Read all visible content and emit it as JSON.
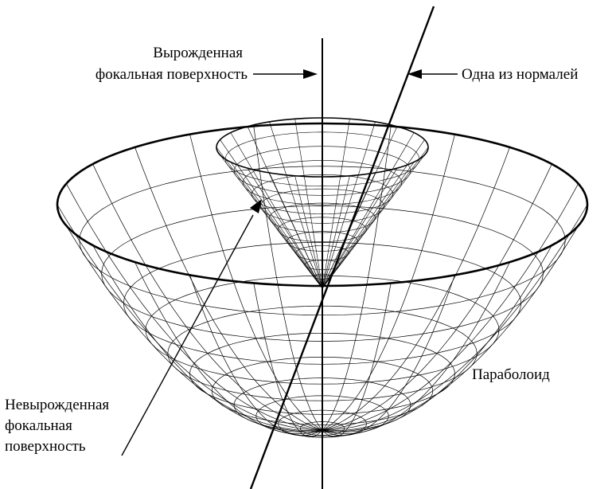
{
  "labels": {
    "degenerate_line1": "Вырожденная",
    "degenerate_line2": "фокальная поверхность",
    "normal": "Одна из нормалей",
    "paraboloid": "Параболоид",
    "nondegenerate_line1": "Невырожденная",
    "nondegenerate_line2": "фокальная",
    "nondegenerate_line3": "поверхность"
  },
  "colors": {
    "stroke": "#000000",
    "background": "#ffffff"
  },
  "shapes": {
    "paraboloid": "wireframe-paraboloid",
    "focal_cone": "wireframe-cone",
    "axis": "vertical-axis-line",
    "normal": "inclined-normal-line"
  }
}
